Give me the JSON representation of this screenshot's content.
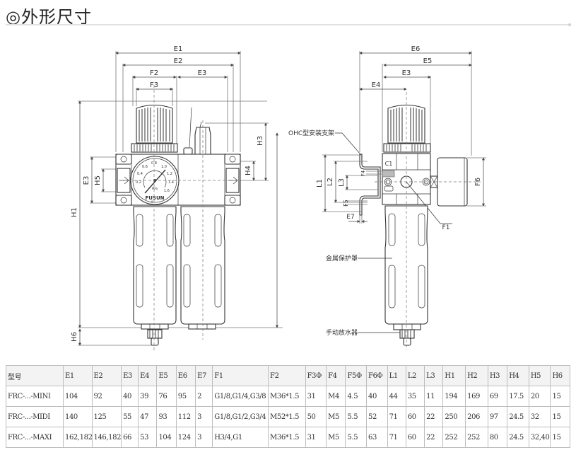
{
  "header": {
    "title": "◎外形尺寸"
  },
  "left_view": {
    "dimensions": {
      "E1": "E1",
      "E2": "E2",
      "F2": "F2",
      "E3_top": "E3",
      "F3": "F3",
      "H3": "H3",
      "E3_side": "E3",
      "H5": "H5",
      "H4": "H4",
      "H1": "H1",
      "H6": "H6"
    },
    "gauge": {
      "brand": "FUSUN",
      "scale": [
        "0",
        "0.2",
        "0.4",
        "0.6",
        "0.8",
        "1.0",
        "1.2",
        "1.4",
        "1.6"
      ],
      "unit": "MPa"
    }
  },
  "right_view": {
    "dimensions": {
      "E6": "E6",
      "E5": "E5",
      "E3": "E3",
      "E4": "E4",
      "L1": "L1",
      "L2": "L2",
      "L3": "L3",
      "F4": "F4",
      "C1": "C1",
      "F5": "F5",
      "E7": "E7",
      "F6": "F6",
      "F1": "F1"
    },
    "callouts": {
      "bracket": "OHC型安装支架",
      "guard": "金属保护罩",
      "drain": "手动放水器"
    }
  },
  "spec_table": {
    "headers": [
      "型号",
      "E1",
      "E2",
      "E3",
      "E4",
      "E5",
      "E6",
      "E7",
      "F1",
      "F2",
      "F3Φ",
      "F4",
      "F5Φ",
      "F6Φ",
      "L1",
      "L2",
      "L3",
      "H1",
      "H2",
      "H3",
      "H4",
      "H5",
      "H6"
    ],
    "rows": [
      [
        "FRC-...-MINI",
        "104",
        "92",
        "40",
        "39",
        "76",
        "95",
        "2",
        "G1/8,G1/4,G3/8",
        "M36*1.5",
        "31",
        "M4",
        "4.5",
        "40",
        "44",
        "35",
        "11",
        "194",
        "169",
        "69",
        "17.5",
        "20",
        "15"
      ],
      [
        "FRC-...-MIDI",
        "140",
        "125",
        "55",
        "47",
        "93",
        "112",
        "3",
        "G1/8,G1/2,G3/4",
        "M52*1.5",
        "50",
        "M5",
        "5.5",
        "52",
        "71",
        "60",
        "22",
        "250",
        "206",
        "97",
        "24.5",
        "32",
        "15"
      ],
      [
        "FRC-...-MAXI",
        "162,182",
        "146,182",
        "66",
        "53",
        "104",
        "124",
        "3",
        "H3/4,G1",
        "M36*1.5",
        "31",
        "M5",
        "5.5",
        "63",
        "71",
        "60",
        "22",
        "252",
        "252",
        "80",
        "24.5",
        "32,40",
        "15"
      ]
    ]
  }
}
